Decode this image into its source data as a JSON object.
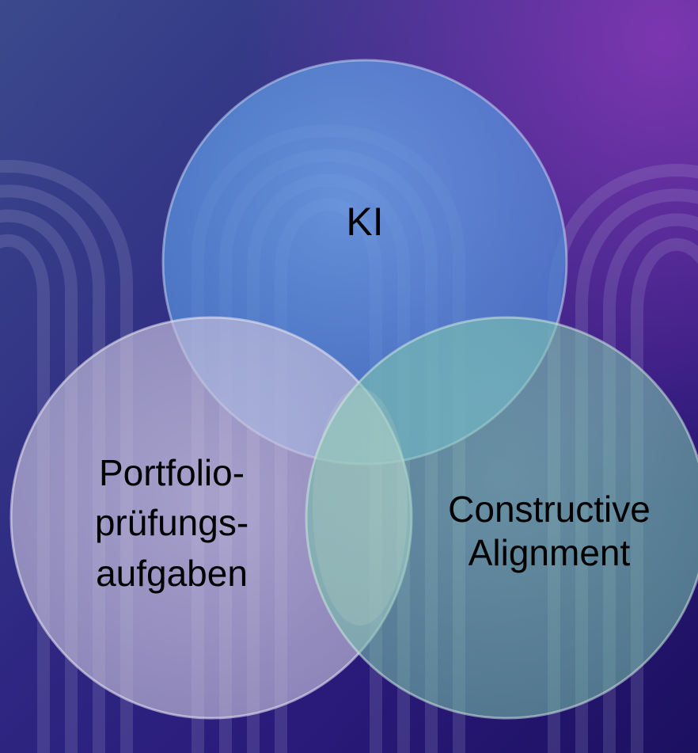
{
  "diagram": {
    "type": "venn",
    "circles": [
      {
        "id": "ki",
        "label": "KI",
        "color": "#5b8fd8"
      },
      {
        "id": "portfolio",
        "label_lines": [
          "Portfolio-",
          "prüfungs-",
          "aufgaben"
        ],
        "color": "#c9c2dc"
      },
      {
        "id": "constructive-alignment",
        "label_lines": [
          "Constructive",
          "Alignment"
        ],
        "color": "#7fc9b0"
      }
    ]
  },
  "background": {
    "gradient_start": "#3a3f8f",
    "gradient_mid": "#2a1f7a",
    "gradient_end": "#6a2aa8"
  }
}
